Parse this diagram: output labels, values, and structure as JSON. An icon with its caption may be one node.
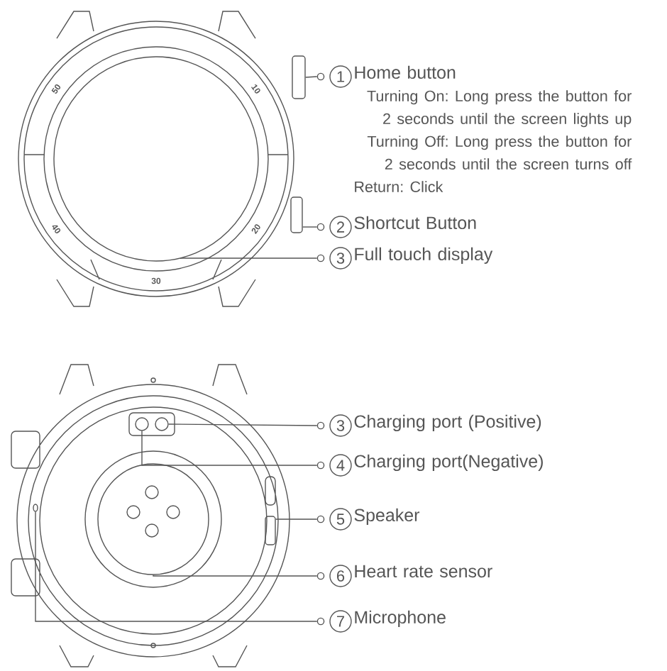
{
  "diagram": {
    "nodes": [
      {
        "text": [
          "1",
          "Home button"
        ],
        "beside": [
          "Turning On: Long press the button for 2 seconds until the screen lights up",
          "Turning Off: Long press the button for 2 seconds until the screen turns off",
          "Return: Click"
        ]
      },
      {
        "text": [
          "2",
          "Shortcut Button"
        ]
      },
      {
        "text": [
          "3",
          "Full touch display"
        ]
      },
      {
        "text": [
          "3",
          "Charging port (Positive)"
        ]
      },
      {
        "text": [
          "4",
          "Charging port(Negative)"
        ]
      },
      {
        "text": [
          "5",
          "Speaker"
        ]
      },
      {
        "text": [
          "6",
          "Heart rate sensor"
        ]
      },
      {
        "text": [
          "7",
          "Microphone"
        ]
      },
      {
        "text": [],
        "shape": "box"
      },
      {
        "text": [],
        "shape": "box"
      },
      {
        "text": [],
        "shape": "circle"
      },
      {
        "text": [],
        "shape": "circle"
      },
      {
        "text": [],
        "shape": "circle"
      },
      {
        "text": [],
        "shape": "box"
      },
      {
        "text": [],
        "shape": "circle"
      },
      {
        "text": [],
        "shape": "circle"
      }
    ],
    "edges": [
      {
        "from": 0,
        "to": 8,
        "arrow": "none"
      },
      {
        "from": 1,
        "to": 9,
        "arrow": "none"
      },
      {
        "from": 2,
        "to": 10,
        "arrow": "none"
      },
      {
        "from": 3,
        "to": 11,
        "arrow": "none"
      },
      {
        "from": 4,
        "to": 12,
        "arrow": "none"
      },
      {
        "from": 5,
        "to": 13,
        "arrow": "none"
      },
      {
        "from": 6,
        "to": 14,
        "arrow": "none"
      },
      {
        "from": 7,
        "to": 15,
        "arrow": "none"
      }
    ],
    "labels": [
      "50",
      "10",
      "40",
      "20",
      "30"
    ]
  }
}
